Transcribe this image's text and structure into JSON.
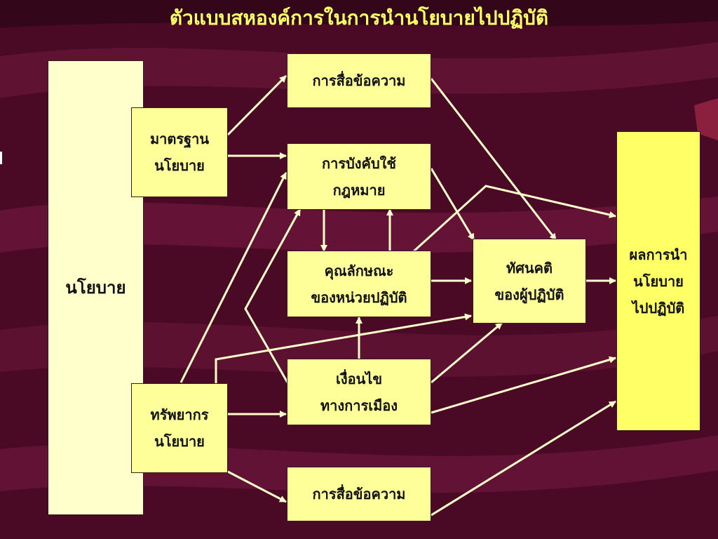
{
  "title": "ตัวแบบสหองค์การในการนำนโยบายไปปฏิบัติ",
  "nodes": {
    "policy": "นโยบาย",
    "standards": [
      "มาตรฐาน",
      "นโยบาย"
    ],
    "resources": [
      "ทรัพยากร",
      "นโยบาย"
    ],
    "communication_top": "การสื่อข้อความ",
    "enforcement": [
      "การบังคับใช้",
      "กฎหมาย"
    ],
    "agency_characteristics": [
      "คุณลักษณะ",
      "ของหน่วยปฏิบัติ"
    ],
    "political_conditions": [
      "เงื่อนไข",
      "ทางการเมือง"
    ],
    "communication_bottom": "การสื่อข้อความ",
    "implementer_attitude": [
      "ทัศนคติ",
      "ของผู้ปฏิบัติ"
    ],
    "outcome": [
      "ผลการนำ",
      "นโยบาย",
      "ไปปฏิบัติ"
    ]
  },
  "colors": {
    "background": "#4a0a26",
    "title": "#ffff66",
    "arrow": "#ffffcc",
    "policy_box": "#ffffcc",
    "process_box": "#ffff99",
    "outcome_box": "#ffff66"
  }
}
